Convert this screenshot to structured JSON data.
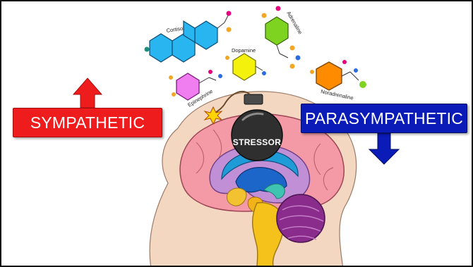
{
  "labels": {
    "sympathetic": "SYMPATHETIC",
    "parasympathetic": "PARASYMPATHETIC",
    "stressor": "STRESSOR"
  },
  "molecules": {
    "cortisol": "Cortisol",
    "adrenaline": "Adrenaline",
    "dopamine": "Dopamine",
    "epinephrine": "Epinephrine",
    "noradrenaline": "Noradrenaline"
  },
  "colors": {
    "sympathetic": "#ee1c1c",
    "parasympathetic": "#0b1bb8",
    "cortisol": "#29b6f0",
    "adrenaline": "#7ed321",
    "dopamine": "#f4f10c",
    "epinephrine": "#f07ef0",
    "noradrenaline": "#ff8c00",
    "bomb": "#2f2f2f"
  }
}
